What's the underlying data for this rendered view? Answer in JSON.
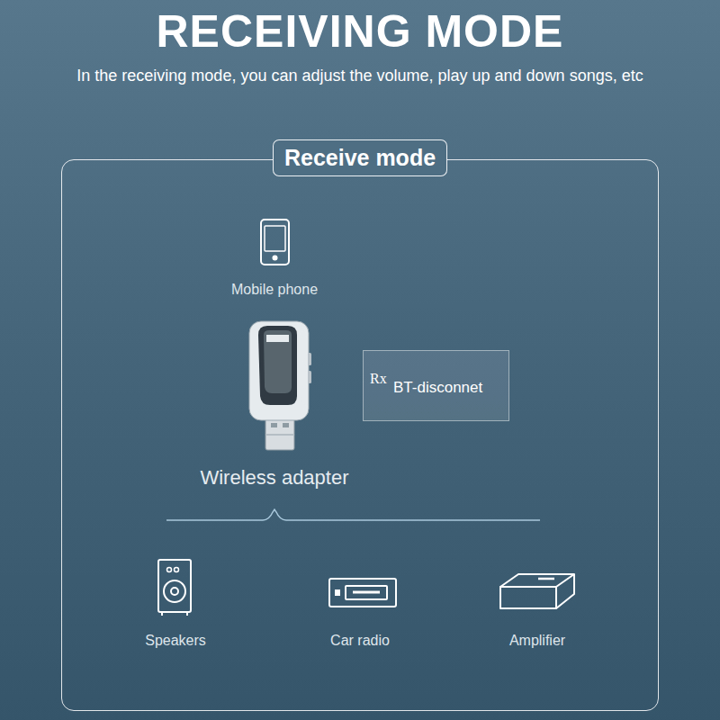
{
  "diagram": {
    "title": "RECEIVING MODE",
    "nodes": [
      {
        "text": [
          "Receive mode"
        ]
      },
      {
        "text": [
          "Rx",
          "BT-disconnet"
        ],
        "in": 0
      }
    ],
    "labels": [
      "In the receiving mode, you can adjust the volume, play up and down songs, etc",
      "Mobile phone",
      "Wireless adapter",
      "Speakers",
      "Car radio",
      "Amplifier"
    ]
  }
}
